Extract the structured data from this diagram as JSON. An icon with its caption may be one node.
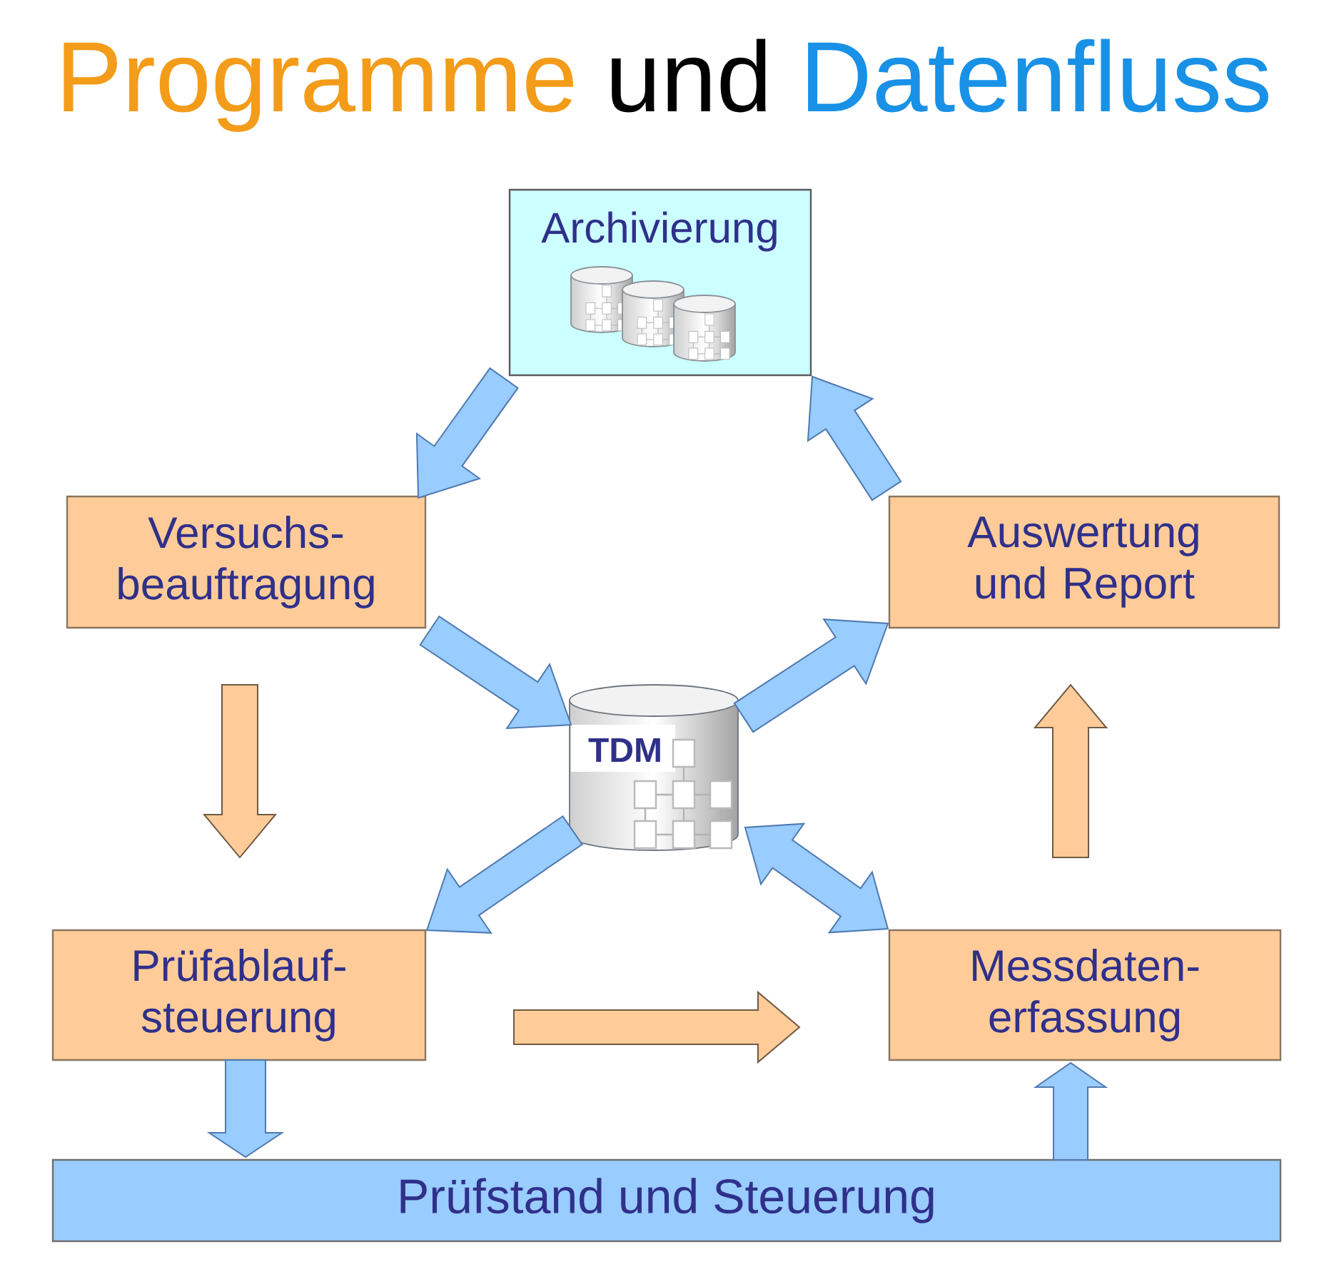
{
  "diagram": {
    "title": "Programme und Datenfluss",
    "nodes": [
      {
        "text": [
          "Archivierung"
        ]
      },
      {
        "text": [
          "Versuchs- beauftragung"
        ]
      },
      {
        "text": [
          "Auswertung und Report"
        ]
      },
      {
        "text": [
          "TDM"
        ]
      },
      {
        "text": [
          "Prüfablauf- steuerung"
        ]
      },
      {
        "text": [
          "Messdaten- erfassung"
        ]
      },
      {
        "text": [
          "Prüfstand und Steuerung"
        ]
      }
    ],
    "edges": [
      {
        "from": 0,
        "to": 1,
        "arrow": "to"
      },
      {
        "from": 1,
        "to": 3,
        "arrow": "to"
      },
      {
        "from": 3,
        "to": 2,
        "arrow": "to"
      },
      {
        "from": 2,
        "to": 0,
        "arrow": "to"
      },
      {
        "from": 1,
        "to": 4,
        "arrow": "to",
        "color": "#ffcc99"
      },
      {
        "from": 3,
        "to": 4,
        "arrow": "to"
      },
      {
        "from": 3,
        "to": 5,
        "arrow": "both"
      },
      {
        "from": 4,
        "to": 5,
        "arrow": "to",
        "color": "#ffcc99"
      },
      {
        "from": 5,
        "to": 2,
        "arrow": "to",
        "color": "#ffcc99"
      },
      {
        "from": 4,
        "to": 6,
        "arrow": "to"
      },
      {
        "from": 6,
        "to": 5,
        "arrow": "to"
      }
    ]
  }
}
